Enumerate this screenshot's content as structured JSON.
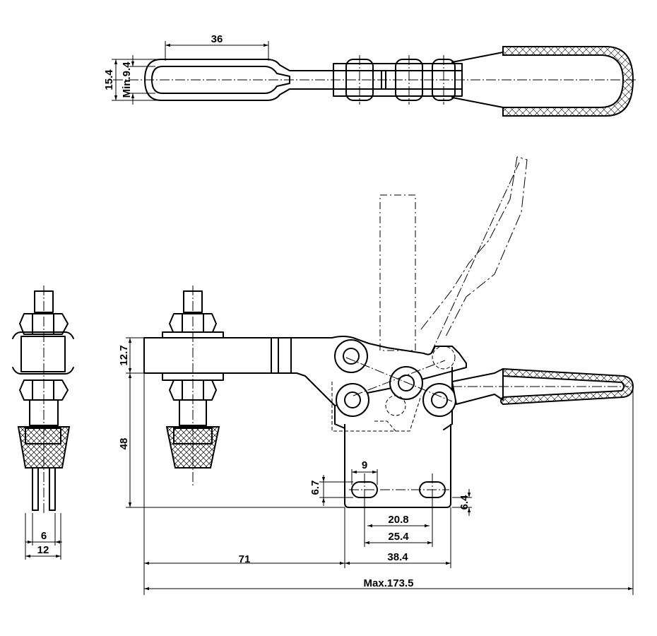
{
  "drawing": {
    "dimensions": {
      "top_length": "36",
      "top_height": "15.4",
      "top_min_gap": "Min.9.4",
      "arm_thickness": "12.7",
      "base_height": "48",
      "slot_width": "9",
      "slot_offset_v": "6.7",
      "slot_offset_b": "6.4",
      "hole_spacing_a": "20.8",
      "hole_spacing_b": "25.4",
      "base_width": "38.4",
      "arm_reach": "71",
      "overall_length": "Max.173.5",
      "spindle_dia": "6",
      "spindle_width": "12"
    }
  }
}
